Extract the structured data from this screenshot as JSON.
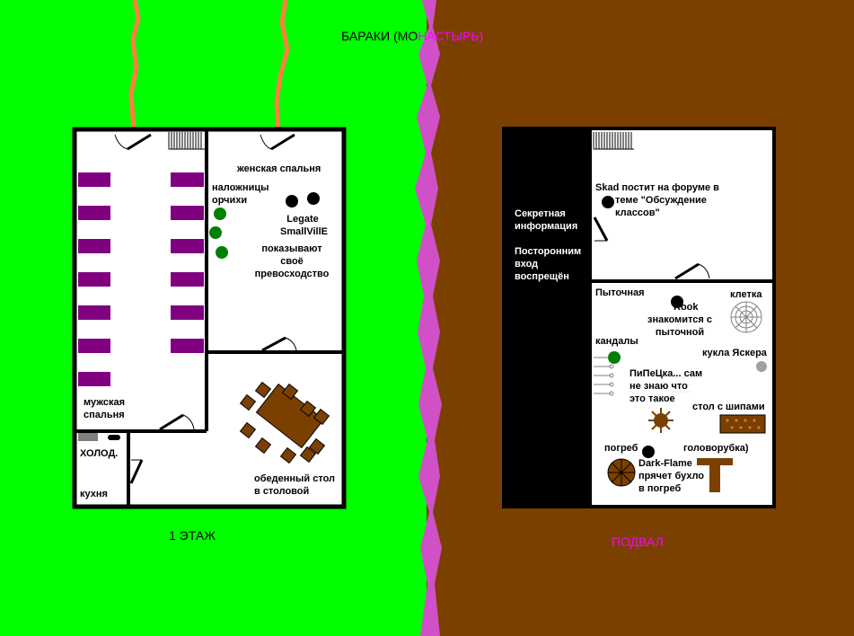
{
  "title": {
    "part1": "БАРАКИ (МО",
    "part2": "НАСТЫРЬ)"
  },
  "floor_label": "1 ЭТАЖ",
  "basement_label": "ПОДВАЛ",
  "colors": {
    "grass": "#00ff00",
    "earth": "#7b4000",
    "magenta": "#ff00ff",
    "purple": "#800080",
    "green_dot": "#008000",
    "wood": "#7b4000",
    "rope": "#ff8040"
  },
  "first_floor": {
    "womens_bedroom": "женская спальня",
    "concubines": [
      "наложницы",
      "орчихи"
    ],
    "legate": [
      "Legate",
      "SmallVillE"
    ],
    "show_superiority": [
      "показывают",
      "своё",
      "превосходство"
    ],
    "mens_bedroom": [
      "мужская",
      "спальня"
    ],
    "fridge": "ХОЛОД.",
    "kitchen": "кухня",
    "dining_table": [
      "обеденный стол",
      "в столовой"
    ]
  },
  "basement": {
    "forum_title": "ФОРУМ",
    "secret": [
      "Секретная",
      "информация"
    ],
    "no_entry": [
      "Посторонним",
      "вход",
      "воспрещён"
    ],
    "skad": [
      "Skad постит на форуме в",
      "теме \"Обсуждение",
      "классов\""
    ],
    "torture_room": "Пыточная",
    "rook": [
      "Rook",
      "знакомится с",
      "пыточной"
    ],
    "cage": "клетка",
    "shackles": "кандалы",
    "doll": "кукла Яскера",
    "pipetska": [
      "ПиПеЦка... сам",
      "не знаю что",
      "это такое"
    ],
    "spike_table": "стол с шипами",
    "cellar": "погреб",
    "headcutter": "головорубка)",
    "dark_flame": [
      "Dark-Flame",
      "прячет бухло",
      "в погреб"
    ]
  }
}
